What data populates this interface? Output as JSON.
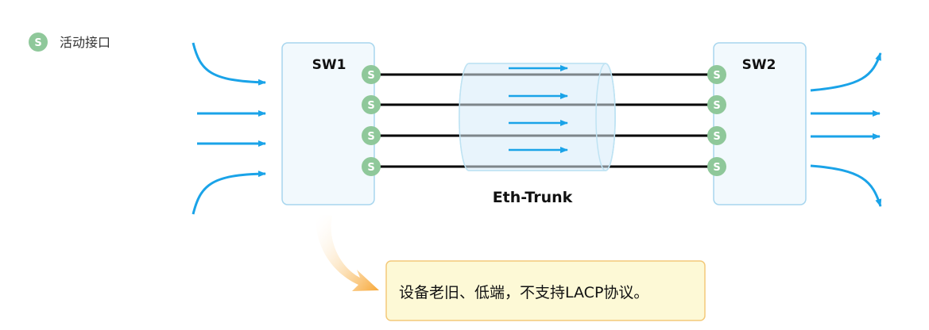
{
  "legend": {
    "badge_letter": "S",
    "label": "活动接口"
  },
  "switches": [
    {
      "name": "SW1",
      "port_count": 4
    },
    {
      "name": "SW2",
      "port_count": 4
    }
  ],
  "port_letter": "S",
  "bundle_label": "Eth-Trunk",
  "callout_text": "设备老旧、低端，不支持LACP协议。",
  "colors": {
    "flow_arrow": "#1aa3e8",
    "port_badge": "#8fc89a",
    "switch_fill": "#f2f9fd",
    "switch_border": "#a8d6ee",
    "link_line": "#000000",
    "callout_fill": "#fdf9d6",
    "callout_border": "#f3c97a",
    "callout_pointer": "#f7a737"
  },
  "icons": [
    "active-port-badge-icon",
    "flow-arrow-icon",
    "callout-pointer-icon"
  ]
}
